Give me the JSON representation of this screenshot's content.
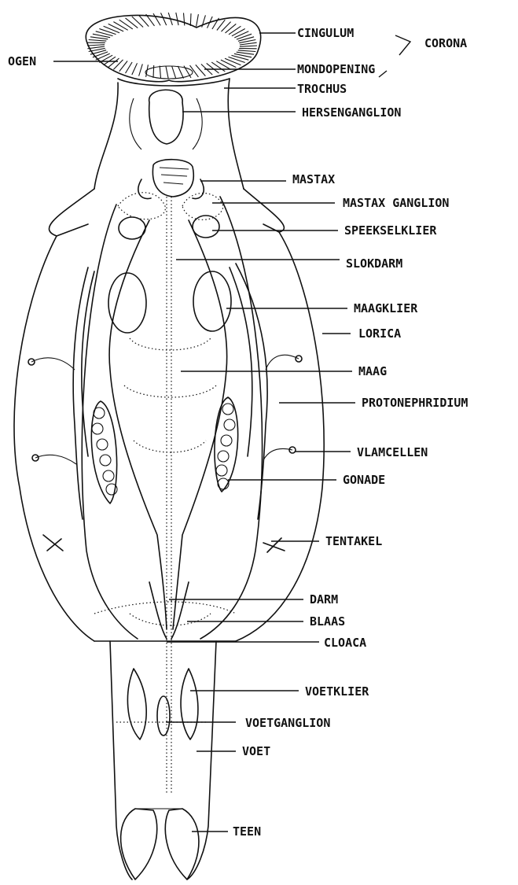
{
  "diagram": {
    "labels": {
      "cingulum": "CINGULUM",
      "corona": "CORONA",
      "ogen": "OGEN",
      "mondopening": "MONDOPENING",
      "trochus": "TROCHUS",
      "hersenganglion": "HERSENGANGLION",
      "mastax": "MASTAX",
      "mastax_ganglion": "MASTAX GANGLION",
      "speekselklier": "SPEEKSELKLIER",
      "slokdarm": "SLOKDARM",
      "maagklier": "MAAGKLIER",
      "lorica": "LORICA",
      "maag": "MAAG",
      "protonephridium": "PROTONEPHRIDIUM",
      "vlamcellen": "VLAMCELLEN",
      "gonade": "GONADE",
      "tentakel": "TENTAKEL",
      "darm": "DARM",
      "blaas": "BLAAS",
      "cloaca": "CLOACA",
      "voetklier": "VOETKLIER",
      "voetganglion": "VOETGANGLION",
      "voet": "VOET",
      "teen": "TEEN"
    }
  }
}
